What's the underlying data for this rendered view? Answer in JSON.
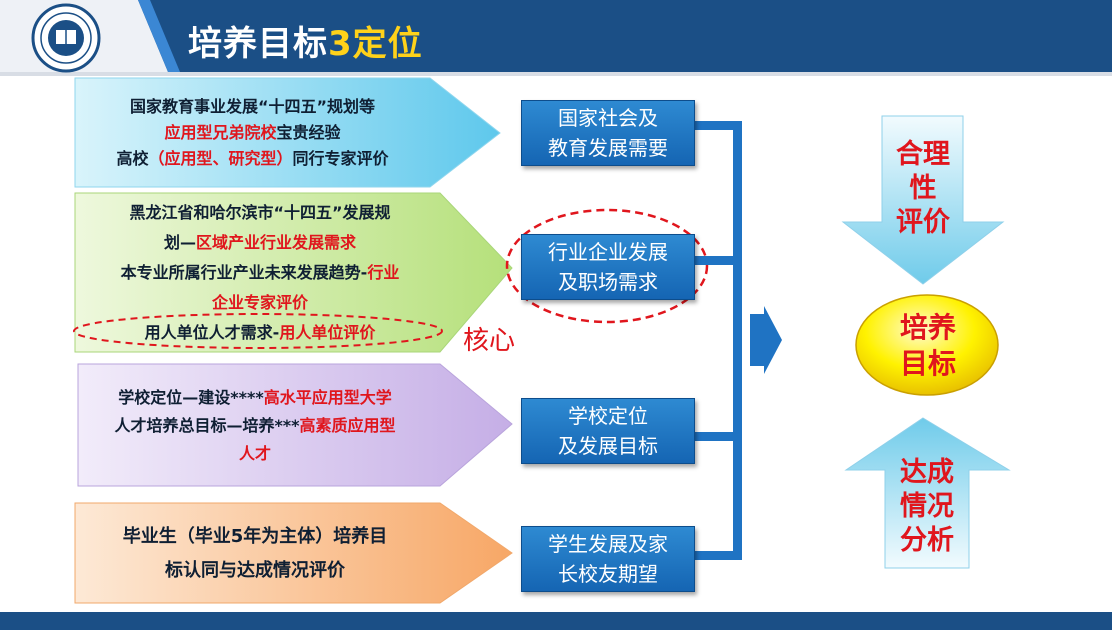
{
  "header": {
    "title_main": "培养目标",
    "title_highlight": "3定位",
    "logo_icon": "university-seal-icon"
  },
  "sources": [
    {
      "lines": [
        [
          {
            "t": "国家教育事业发展“十四五”规划等",
            "red": false
          }
        ],
        [
          {
            "t": "应用型兄弟院校",
            "red": true
          },
          {
            "t": "宝贵经验",
            "red": false
          }
        ],
        [
          {
            "t": "高校",
            "red": false
          },
          {
            "t": "（应用型、研究型）",
            "red": true
          },
          {
            "t": "同行专家评价",
            "red": false
          }
        ]
      ]
    },
    {
      "lines": [
        [
          {
            "t": "黑龙江省和哈尔滨市“十四五”发展规",
            "red": false
          }
        ],
        [
          {
            "t": "划—",
            "red": false
          },
          {
            "t": "区域产业行业发展需求",
            "red": true
          }
        ],
        [
          {
            "t": "本专业所属行业产业未来发展趋势-",
            "red": false
          },
          {
            "t": "行业",
            "red": true
          }
        ],
        [
          {
            "t": "企业专家评价",
            "red": true
          }
        ],
        [
          {
            "t": "用人单位人才需求-",
            "red": false
          },
          {
            "t": "用人单位评价",
            "red": true
          }
        ]
      ]
    },
    {
      "lines": [
        [
          {
            "t": "学校定位—建设****",
            "red": false
          },
          {
            "t": "高水平应用型大学",
            "red": true
          }
        ],
        [
          {
            "t": "人才培养总目标—培养***",
            "red": false
          },
          {
            "t": "高素质应用型",
            "red": true
          }
        ],
        [
          {
            "t": "人才",
            "red": true
          }
        ]
      ]
    },
    {
      "lines": [
        [
          {
            "t": "毕业生（毕业5年为主体）培养目",
            "red": false
          }
        ],
        [
          {
            "t": "标认同与达成情况评价",
            "red": false
          }
        ]
      ]
    }
  ],
  "needs": [
    {
      "line1": "国家社会及",
      "line2": "教育发展需要"
    },
    {
      "line1": "行业企业发展",
      "line2": "及职场需求"
    },
    {
      "line1": "学校定位",
      "line2": "及发展目标"
    },
    {
      "line1": "学生发展及家",
      "line2": "长校友期望"
    }
  ],
  "core_label": "核心",
  "target": {
    "line1": "培养",
    "line2": "目标"
  },
  "evaluation": {
    "line1": "合理",
    "line2": "性",
    "line3": "评价"
  },
  "analysis": {
    "line1": "达成",
    "line2": "情况",
    "line3": "分析"
  },
  "colors": {
    "header_blue": "#1b4f86",
    "accent_blue": "#1f73c3",
    "highlight_yellow": "#ffd21a",
    "emphasis_red": "#e0161d",
    "arrow_cyan": "#7fd3ef",
    "arrow_green": "#cdeca0",
    "arrow_purple": "#d6c5ec",
    "arrow_orange": "#f9c08d"
  }
}
